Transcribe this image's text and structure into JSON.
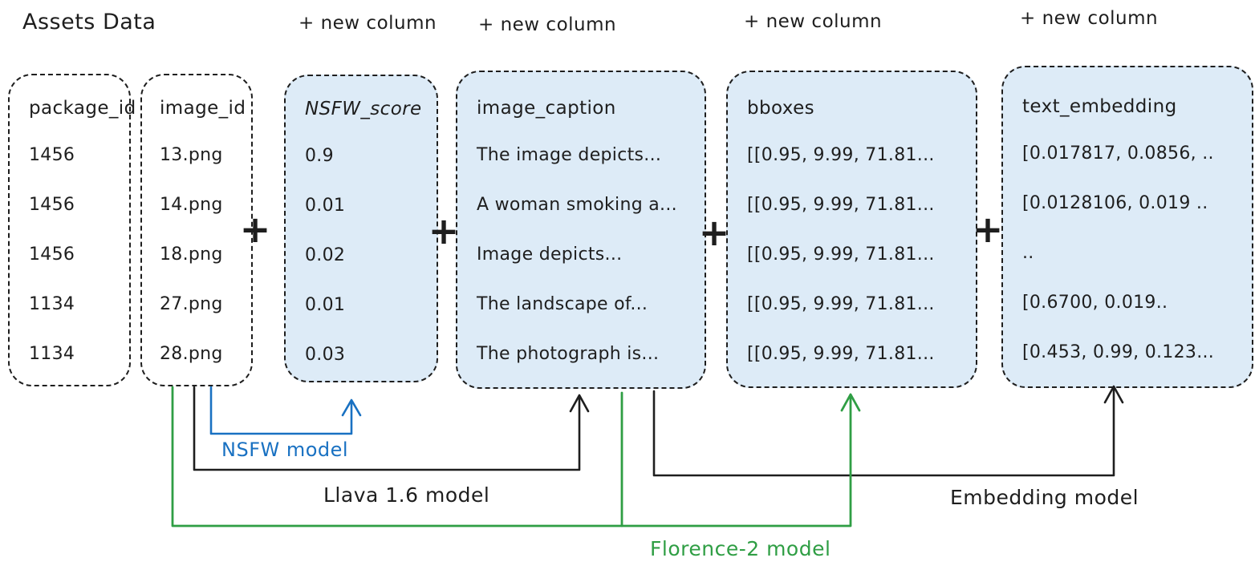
{
  "title": "Assets Data",
  "new_column_label": "+ new column",
  "plus_sign": "+",
  "colors": {
    "ink": "#1e1e1e",
    "accent_blue": "#1971c2",
    "accent_green": "#2f9e44",
    "new_column_fill": "#ddebf7"
  },
  "table": {
    "source_columns": [
      {
        "header": "package_id",
        "values": [
          "1456",
          "1456",
          "1456",
          "1134",
          "1134"
        ]
      },
      {
        "header": "image_id",
        "values": [
          "13.png",
          "14.png",
          "18.png",
          "27.png",
          "28.png"
        ]
      }
    ],
    "derived_columns": [
      {
        "header": "NSFW_score",
        "values": [
          "0.9",
          "0.01",
          "0.02",
          "0.01",
          "0.03"
        ]
      },
      {
        "header": "image_caption",
        "values": [
          "The image depicts...",
          "A woman smoking a...",
          "Image depicts...",
          "The landscape of...",
          "The photograph is..."
        ]
      },
      {
        "header": "bboxes",
        "values": [
          "[[0.95, 9.99, 71.81...",
          "[[0.95, 9.99, 71.81...",
          "[[0.95, 9.99, 71.81...",
          "[[0.95, 9.99, 71.81...",
          "[[0.95, 9.99, 71.81..."
        ]
      },
      {
        "header": "text_embedding",
        "values": [
          "[0.017817, 0.0856, ..",
          "[0.0128106, 0.019 ..",
          "..",
          "[0.6700, 0.019..",
          "[0.453, 0.99, 0.123..."
        ]
      }
    ]
  },
  "models": {
    "nsfw": "NSFW model",
    "llava": "Llava 1.6 model",
    "embedding": "Embedding model",
    "florence": "Florence-2 model"
  }
}
